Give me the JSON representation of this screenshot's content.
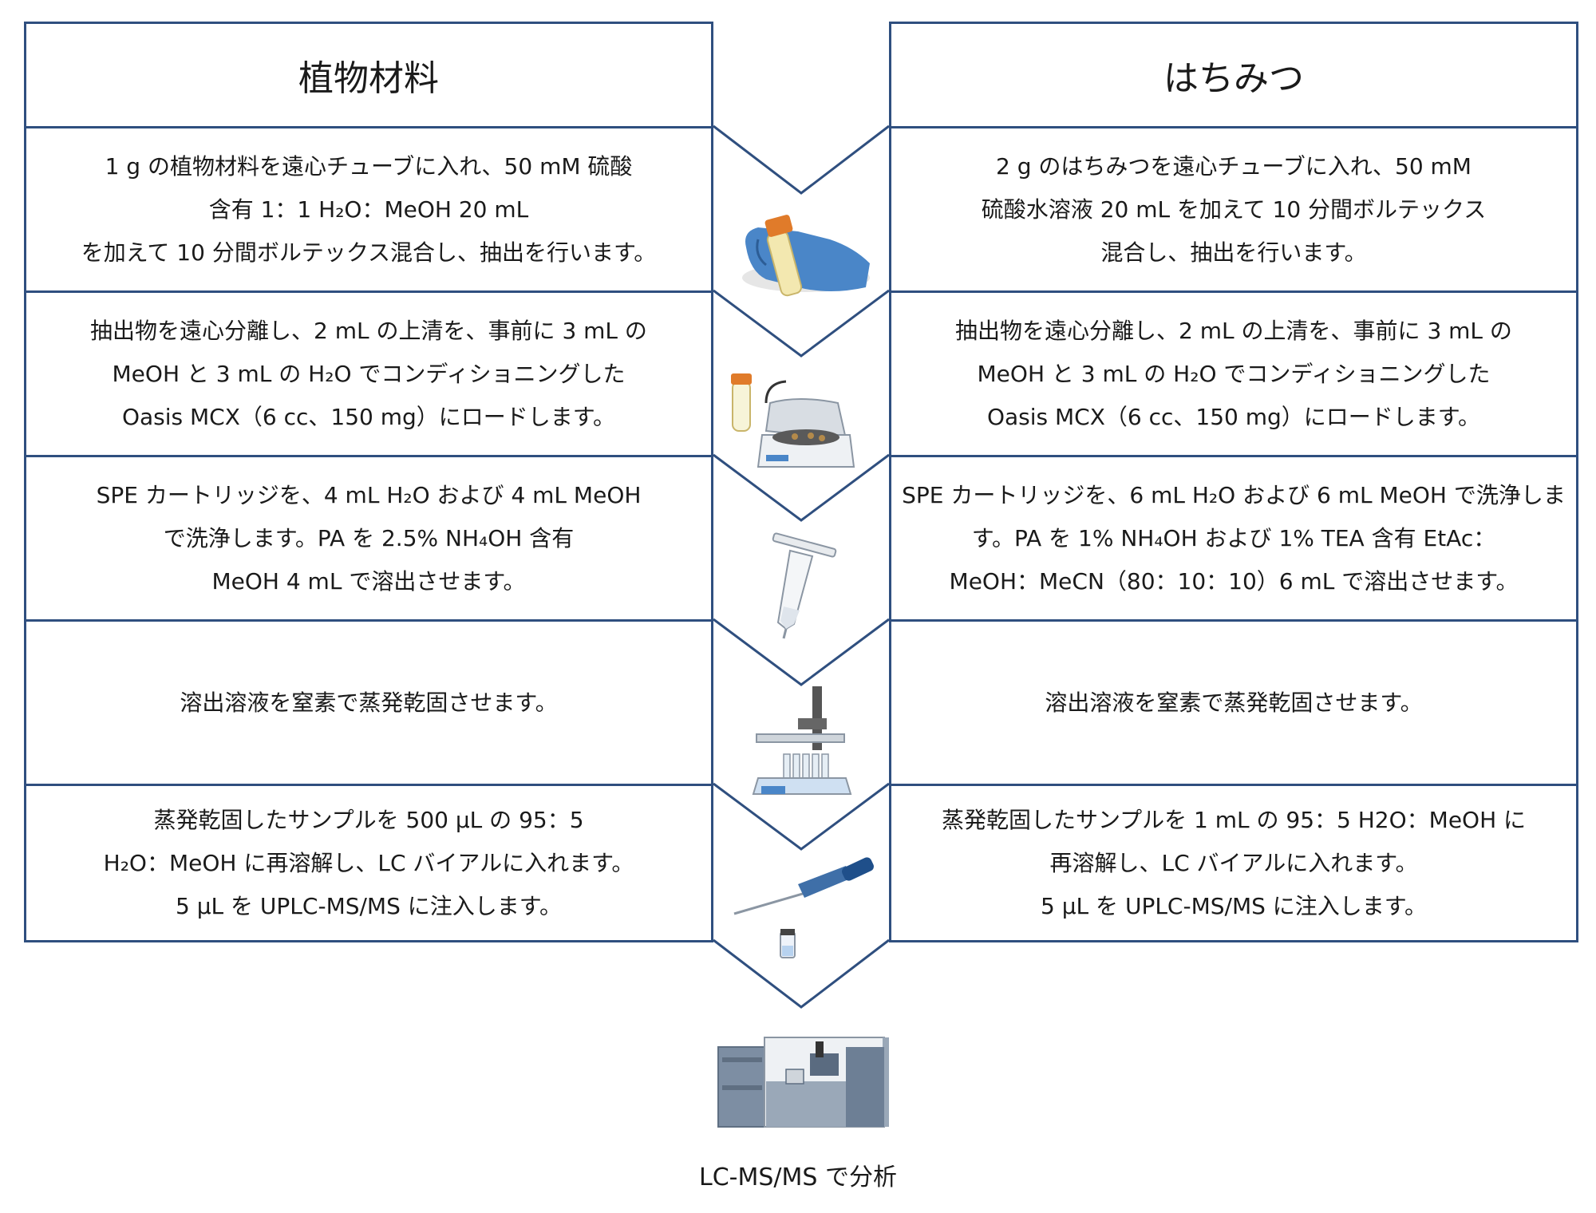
{
  "colors": {
    "border": "#2f4f7f",
    "glove": "#4a86c8",
    "tube_cap": "#e07b2a",
    "instrument": "#7d8ea3"
  },
  "plant": {
    "title": "植物材料",
    "steps": [
      [
        "1 g の植物材料を遠心チューブに入れ、50 mM 硫酸",
        "含有 1：1 H₂O：MeOH 20 mL",
        "を加えて 10 分間ボルテックス混合し、抽出を行います。"
      ],
      [
        "抽出物を遠心分離し、2 mL の上清を、事前に 3 mL の",
        "MeOH と 3 mL の H₂O でコンディショニングした",
        "Oasis MCX（6 cc、150 mg）にロードします。"
      ],
      [
        "SPE カートリッジを、4 mL H₂O および 4 mL MeOH",
        "で洗浄します。PA を 2.5% NH₄OH 含有",
        "MeOH 4 mL で溶出させます。"
      ],
      [
        "溶出溶液を窒素で蒸発乾固させます。"
      ],
      [
        "蒸発乾固したサンプルを 500 µL の 95：5",
        "H₂O：MeOH に再溶解し、LC バイアルに入れます。",
        "5 µL を UPLC-MS/MS に注入します。"
      ]
    ]
  },
  "honey": {
    "title": "はちみつ",
    "steps": [
      [
        "2 g のはちみつを遠心チューブに入れ、50 mM",
        "硫酸水溶液 20 mL を加えて 10 分間ボルテックス",
        "混合し、抽出を行います。"
      ],
      [
        "抽出物を遠心分離し、2 mL の上清を、事前に 3 mL の",
        "MeOH と 3 mL の H₂O でコンディショニングした",
        "Oasis MCX（6 cc、150 mg）にロードします。"
      ],
      [
        "SPE カートリッジを、6 mL H₂O および 6 mL MeOH で洗浄しま",
        "す。PA を 1% NH₄OH および 1% TEA 含有 EtAc：",
        "MeOH：MeCN（80：10：10）6 mL で溶出させます。"
      ],
      [
        "溶出溶液を窒素で蒸発乾固させます。"
      ],
      [
        "蒸発乾固したサンプルを 1 mL の 95：5 H2O：MeOH に",
        "再溶解し、LC バイアルに入れます。",
        "5 µL を UPLC-MS/MS に注入します。"
      ]
    ]
  },
  "icons": [
    "vortex-hand-icon",
    "centrifuge-icon",
    "spe-cartridge-icon",
    "nitrogen-evaporator-icon",
    "pipette-vial-icon",
    "lc-ms-instrument-icon"
  ],
  "final_caption": "LC-MS/MS で分析"
}
